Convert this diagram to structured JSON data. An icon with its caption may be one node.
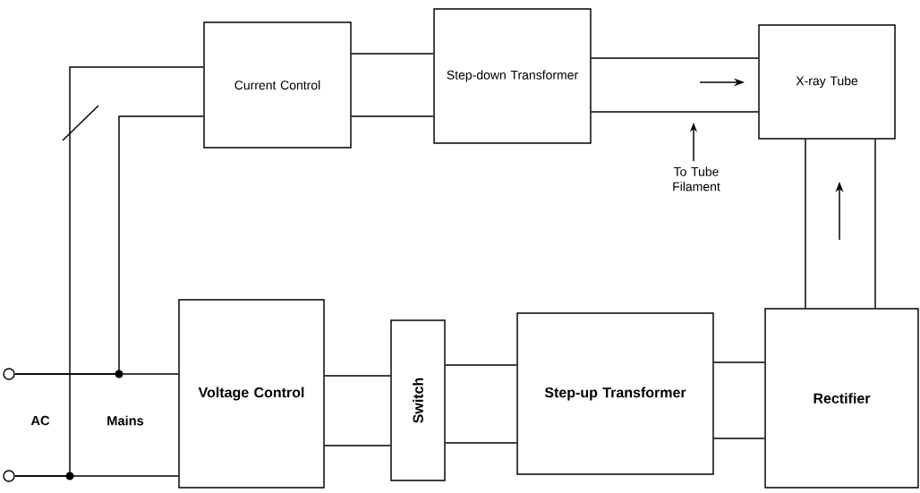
{
  "diagram": {
    "nodes": [
      {
        "text": [
          "Current Control"
        ]
      },
      {
        "text": [
          "Step-down Transformer"
        ]
      },
      {
        "text": [
          "X-ray Tube"
        ]
      },
      {
        "text": [
          "Voltage Control"
        ]
      },
      {
        "text": [
          "Switch"
        ]
      },
      {
        "text": [
          "Step-up Transformer"
        ]
      },
      {
        "text": [
          "Rectifier"
        ]
      },
      {
        "text": [],
        "shape": "circle"
      },
      {
        "text": [],
        "shape": "circle"
      }
    ],
    "edges": [
      {
        "from": 0,
        "to": 1,
        "arrow": "none"
      },
      {
        "from": 0,
        "to": 1,
        "arrow": "none"
      },
      {
        "from": 1,
        "to": 2,
        "arrow": "none"
      },
      {
        "from": 1,
        "to": 2,
        "arrow": "none"
      },
      {
        "from": 6,
        "to": 2,
        "arrow": "none"
      },
      {
        "from": 6,
        "to": 2,
        "arrow": "none"
      },
      {
        "from": 3,
        "to": 4,
        "arrow": "none"
      },
      {
        "from": 3,
        "to": 4,
        "arrow": "none"
      },
      {
        "from": 4,
        "to": 5,
        "arrow": "none"
      },
      {
        "from": 4,
        "to": 5,
        "arrow": "none"
      },
      {
        "from": 5,
        "to": 6,
        "arrow": "none"
      },
      {
        "from": 5,
        "to": 6,
        "arrow": "none"
      },
      {
        "from": 7,
        "to": 3,
        "arrow": "none"
      },
      {
        "from": 8,
        "to": 3,
        "arrow": "none"
      },
      {
        "from": 7,
        "to": 0,
        "arrow": "none"
      },
      {
        "from": 8,
        "to": 0,
        "arrow": "none"
      }
    ],
    "labels": [
      "To Tube Filament",
      "AC",
      "Mains"
    ]
  }
}
